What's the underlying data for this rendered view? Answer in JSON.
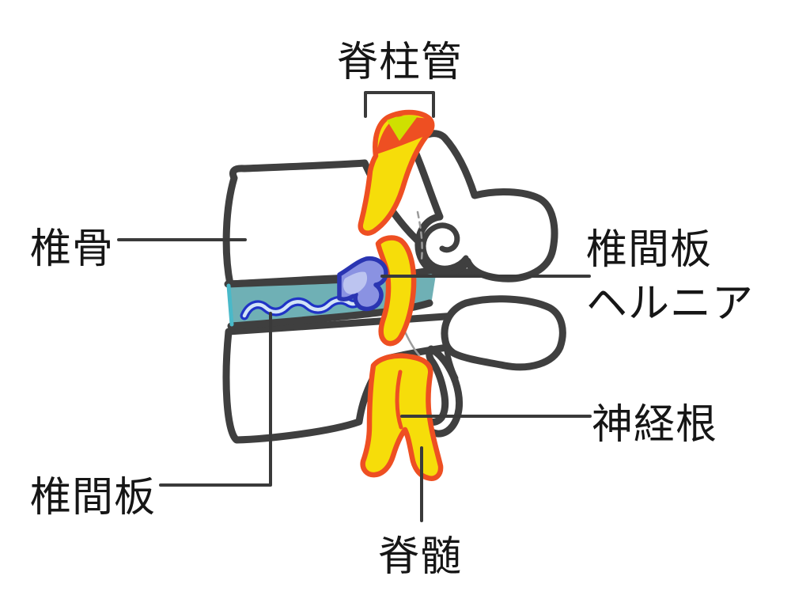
{
  "figure": {
    "labels": {
      "spinal_canal": "脊柱管",
      "vertebra": "椎骨",
      "disc_hernia_line1": "椎間板",
      "disc_hernia_line2": "ヘルニア",
      "nerve_root": "神経根",
      "intervertebral_disc": "椎間板",
      "spinal_cord": "脊髄"
    },
    "colors": {
      "outline": "#3f3f3f",
      "bone_fill": "#ffffff",
      "nerve_fill": "#f6dd0a",
      "nerve_outline": "#ee4f22",
      "nerve_highlight": "#cfe000",
      "disc_fill": "#6fb0b5",
      "disc_edge": "#49b9c9",
      "nucleus_dark_blue": "#2033c6",
      "nucleus_light_blue": "#d3e4f7",
      "hernia_fill": "#8a92e2",
      "hernia_outline": "#2a35b2",
      "hernia_highlight": "#bcc4f0",
      "label_text": "#161616",
      "leader_line": "#3a3a3a",
      "background": "#ffffff"
    }
  }
}
